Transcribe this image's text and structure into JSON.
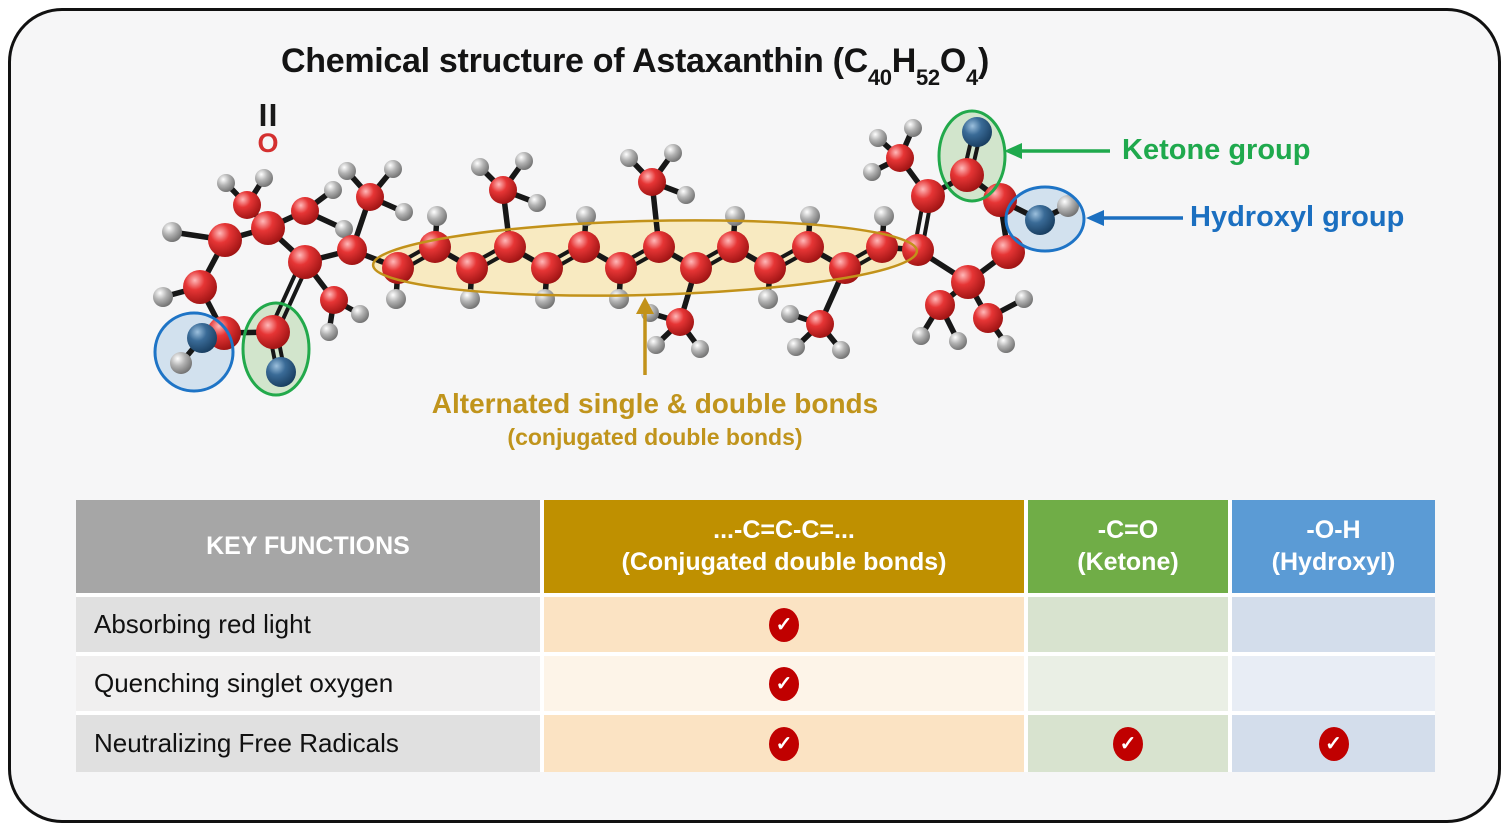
{
  "title": {
    "part1": "Chemical structure of Astaxanthin (C",
    "sub1": "40",
    "part2": "H",
    "sub2": "52",
    "part3": "O",
    "sub3": "4",
    "part4": ")"
  },
  "molecule": {
    "top_oxygen_label": "O",
    "atom_colors": {
      "carbon": "#DD3232",
      "hydrogen": "#9A9A9A",
      "oxygen": "#2E5E8C"
    },
    "annotations": {
      "ketone": {
        "label": "Ketone group",
        "color": "#1FA94D"
      },
      "hydroxyl": {
        "label": "Hydroxyl group",
        "color": "#1B6FC0"
      },
      "conjugated": {
        "line1": "Alternated single & double bonds",
        "line2": "(conjugated double bonds)",
        "color": "#C0941C"
      }
    }
  },
  "table": {
    "header": {
      "col1": "KEY FUNCTIONS",
      "col2_line1": "...-C=C-C=...",
      "col2_line2": "(Conjugated double bonds)",
      "col3_line1": "-C=O",
      "col3_line2": "(Ketone)",
      "col4_line1": "-O-H",
      "col4_line2": "(Hydroxyl)"
    },
    "header_colors": {
      "col1": "#A6A6A6",
      "col2": "#BF9000",
      "col3": "#70AD47",
      "col4": "#5B9BD5"
    },
    "cell_colors": {
      "label_dark": "#E0E0E0",
      "label_light": "#F0EFEF",
      "conj_dark": "#FBE3C3",
      "conj_light": "#FDF4E8",
      "ketone_dark": "#D8E3CF",
      "ketone_light": "#EAEFE5",
      "hydroxyl_dark": "#D3DDEB",
      "hydroxyl_light": "#E8EDF5"
    },
    "check_color": "#C00000",
    "check_glyph": "✓",
    "rows": [
      {
        "label": "Absorbing red light",
        "conjugated": true,
        "ketone": false,
        "hydroxyl": false
      },
      {
        "label": "Quenching singlet oxygen",
        "conjugated": true,
        "ketone": false,
        "hydroxyl": false
      },
      {
        "label": "Neutralizing Free Radicals",
        "conjugated": true,
        "ketone": true,
        "hydroxyl": true
      }
    ]
  }
}
